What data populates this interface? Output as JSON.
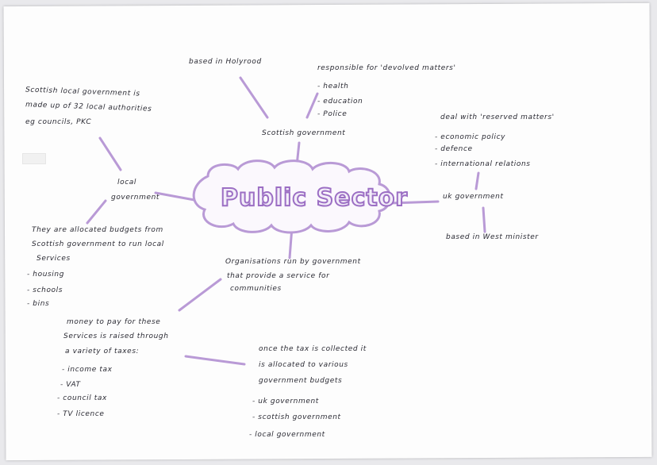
{
  "center": {
    "title": "Public Sector"
  },
  "holyrood": {
    "text": "based in Holyrood"
  },
  "devolved": {
    "heading": "responsible for 'devolved matters'",
    "items": [
      "- health",
      "- education",
      "- Police"
    ]
  },
  "scottish_gov": {
    "text": "Scottish government"
  },
  "local_def": {
    "lines": [
      "Scottish local government is",
      "made up of  32  local authorities",
      "eg councils, PKC"
    ]
  },
  "reserved": {
    "heading": "deal with 'reserved matters'",
    "items": [
      "- economic policy",
      "- defence",
      "- international relations"
    ]
  },
  "local_gov": {
    "lines": [
      "local",
      "government"
    ]
  },
  "uk_gov": {
    "text": "uk  government"
  },
  "westminster": {
    "text": "based in West minister"
  },
  "allocated": {
    "lines": [
      "They  are  allocated  budgets  from",
      "Scottish  government  to  run  local",
      "Services"
    ],
    "items": [
      "- housing",
      "- schools",
      "- bins"
    ]
  },
  "organisations": {
    "lines": [
      "Organisations  run  by  government",
      "that  provide  a  service  for",
      "communities"
    ]
  },
  "money": {
    "lines": [
      "money  to  pay  for  these",
      "Services  is  raised  through",
      "a variety  of  taxes:"
    ],
    "items": [
      "- income tax",
      "- VAT",
      "- council tax",
      "- TV licence"
    ]
  },
  "tax": {
    "lines": [
      "once  the  tax  is collected it",
      "is  allocated  to  various",
      "government  budgets"
    ],
    "items": [
      "- uk government",
      "- scottish government",
      "- local government"
    ]
  },
  "colors": {
    "ink": "#2a2a33",
    "highlighter": "#b99ad6",
    "title_outline": "#9c6fc4"
  }
}
